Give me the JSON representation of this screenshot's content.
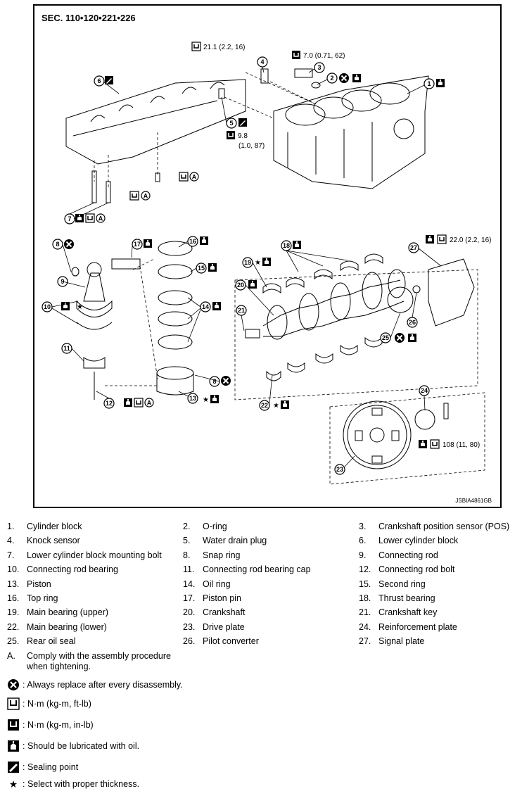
{
  "header": {
    "section": "SEC. 110•120•221•226",
    "code": "JSBIA4861GB"
  },
  "torques": {
    "t4": "21.1 (2.2, 16)",
    "t3": "7.0 (0.71, 62)",
    "t5a": "9.8",
    "t5b": "(1.0, 87)",
    "t27": "22.0 (2.2, 16)",
    "t24": "108 (11, 80)"
  },
  "callout_marks": {
    "A": "A",
    "star": "★"
  },
  "callouts": [
    "1",
    "2",
    "3",
    "4",
    "5",
    "6",
    "7",
    "8",
    "9",
    "10",
    "11",
    "12",
    "13",
    "14",
    "15",
    "16",
    "17",
    "18",
    "19",
    "20",
    "21",
    "22",
    "23",
    "24",
    "25",
    "26",
    "27"
  ],
  "legend": {
    "items": [
      {
        "num": "1.",
        "text": "Cylinder block"
      },
      {
        "num": "2.",
        "text": "O-ring"
      },
      {
        "num": "3.",
        "text": "Crankshaft position sensor (POS)"
      },
      {
        "num": "4.",
        "text": "Knock sensor"
      },
      {
        "num": "5.",
        "text": "Water drain plug"
      },
      {
        "num": "6.",
        "text": "Lower cylinder block"
      },
      {
        "num": "7.",
        "text": "Lower cylinder block mounting bolt"
      },
      {
        "num": "8.",
        "text": "Snap ring"
      },
      {
        "num": "9.",
        "text": "Connecting rod"
      },
      {
        "num": "10.",
        "text": "Connecting rod bearing"
      },
      {
        "num": "11.",
        "text": "Connecting rod bearing cap"
      },
      {
        "num": "12.",
        "text": "Connecting rod bolt"
      },
      {
        "num": "13.",
        "text": "Piston"
      },
      {
        "num": "14.",
        "text": "Oil ring"
      },
      {
        "num": "15.",
        "text": "Second ring"
      },
      {
        "num": "16.",
        "text": "Top ring"
      },
      {
        "num": "17.",
        "text": "Piston pin"
      },
      {
        "num": "18.",
        "text": "Thrust bearing"
      },
      {
        "num": "19.",
        "text": "Main bearing (upper)"
      },
      {
        "num": "20.",
        "text": "Crankshaft"
      },
      {
        "num": "21.",
        "text": "Crankshaft key"
      },
      {
        "num": "22.",
        "text": "Main bearing (lower)"
      },
      {
        "num": "23.",
        "text": "Drive plate"
      },
      {
        "num": "24.",
        "text": "Reinforcement plate"
      },
      {
        "num": "25.",
        "text": "Rear oil seal"
      },
      {
        "num": "26.",
        "text": "Pilot converter"
      },
      {
        "num": "27.",
        "text": "Signal plate"
      }
    ],
    "note_a": {
      "num": "A.",
      "text": "Comply with the assembly procedure when tightening."
    },
    "symbols": [
      {
        "icon": "replace-icon",
        "text": ": Always replace after every disassembly."
      },
      {
        "icon": "torque-ftlb-icon",
        "text": ": N·m (kg-m, ft-lb)"
      },
      {
        "icon": "torque-inlb-icon",
        "text": ": N·m (kg-m, in-lb)"
      },
      {
        "icon": "oil-can-icon",
        "text": ": Should be lubricated with oil."
      },
      {
        "icon": "sealing-icon",
        "text": ": Sealing point"
      },
      {
        "icon": "star-icon",
        "text": ": Select with proper thickness."
      }
    ]
  }
}
